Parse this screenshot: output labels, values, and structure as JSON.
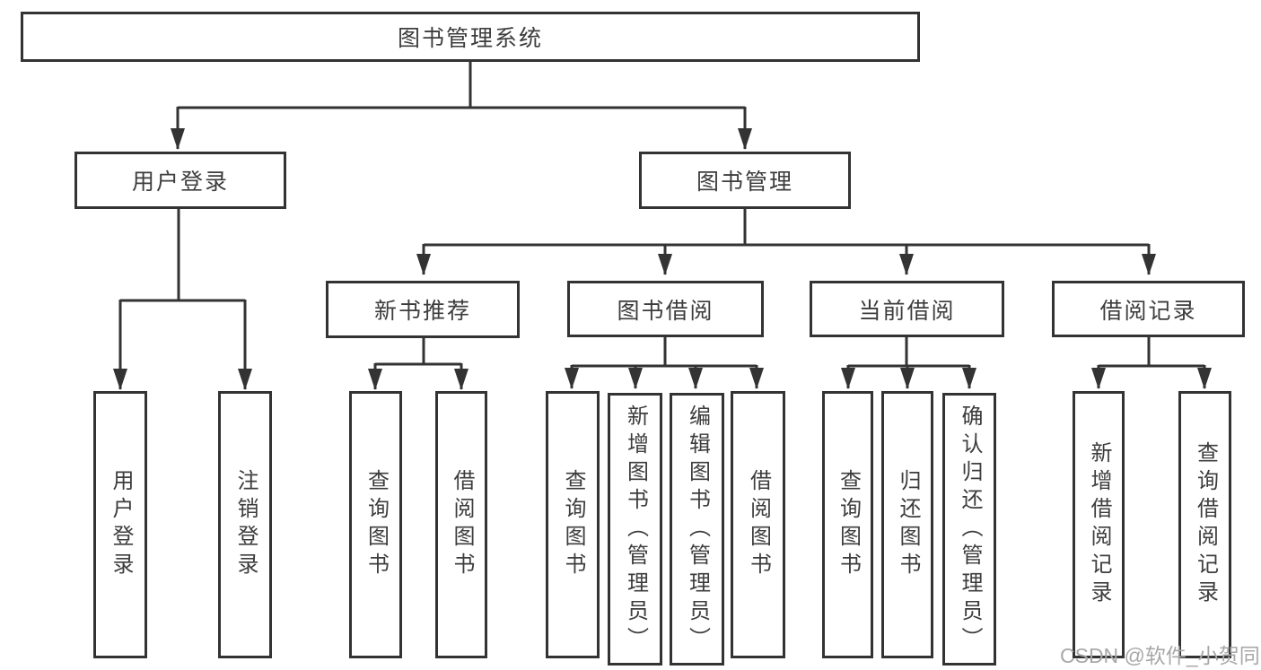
{
  "title": "图书管理系统",
  "watermark": "CSDN @软件_小贺同学",
  "colors": {
    "line": "#333333",
    "text": "#3d3d3d",
    "box_background": "#ffffff",
    "page_background": "#ffffff",
    "watermark": "#a8a8a8"
  },
  "nodes": {
    "root": "图书管理系统",
    "user_login": "用户登录",
    "book_mgmt": "图书管理",
    "new_book_rec": "新书推荐",
    "book_borrow": "图书借阅",
    "current_borrow": "当前借阅",
    "borrow_record": "借阅记录",
    "leaf_user_login": "用户登录",
    "leaf_logout": "注销登录",
    "leaf_query_book_1": "查询图书",
    "leaf_borrow_book_1": "借阅图书",
    "leaf_query_book_2": "查询图书",
    "leaf_add_book_admin": "新增图书（管理员）",
    "leaf_edit_book_admin": "编辑图书（管理员）",
    "leaf_borrow_book_2": "借阅图书",
    "leaf_query_book_3": "查询图书",
    "leaf_return_book": "归还图书",
    "leaf_confirm_return_admin": "确认归还（管理员）",
    "leaf_add_borrow_record": "新增借阅记录",
    "leaf_query_borrow_record": "查询借阅记录"
  },
  "structure": {
    "root": "图书管理系统",
    "children": [
      {
        "label": "用户登录",
        "children": [
          "用户登录",
          "注销登录"
        ]
      },
      {
        "label": "图书管理",
        "children": [
          {
            "label": "新书推荐",
            "children": [
              "查询图书",
              "借阅图书"
            ]
          },
          {
            "label": "图书借阅",
            "children": [
              "查询图书",
              "新增图书（管理员）",
              "编辑图书（管理员）",
              "借阅图书"
            ]
          },
          {
            "label": "当前借阅",
            "children": [
              "查询图书",
              "归还图书",
              "确认归还（管理员）"
            ]
          },
          {
            "label": "借阅记录",
            "children": [
              "新增借阅记录",
              "查询借阅记录"
            ]
          }
        ]
      }
    ]
  }
}
